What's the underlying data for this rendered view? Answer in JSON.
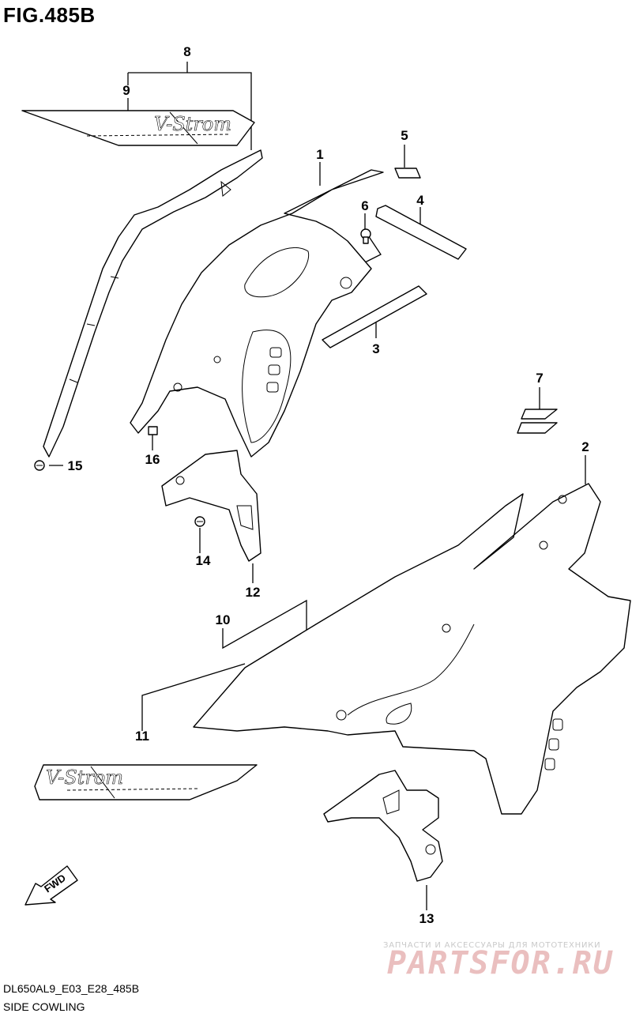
{
  "figure": {
    "title": "FIG.485B",
    "code": "DL650AL9_E03_E28_485B",
    "name": "SIDE COWLING"
  },
  "callouts": [
    {
      "id": "1",
      "label": "1"
    },
    {
      "id": "2",
      "label": "2"
    },
    {
      "id": "3",
      "label": "3"
    },
    {
      "id": "4",
      "label": "4"
    },
    {
      "id": "5",
      "label": "5"
    },
    {
      "id": "6",
      "label": "6"
    },
    {
      "id": "7",
      "label": "7"
    },
    {
      "id": "8",
      "label": "8"
    },
    {
      "id": "9",
      "label": "9"
    },
    {
      "id": "10",
      "label": "10"
    },
    {
      "id": "11",
      "label": "11"
    },
    {
      "id": "12",
      "label": "12"
    },
    {
      "id": "13",
      "label": "13"
    },
    {
      "id": "14",
      "label": "14"
    },
    {
      "id": "15",
      "label": "15"
    },
    {
      "id": "16",
      "label": "16"
    }
  ],
  "decals": {
    "upper_text": "V-Strom",
    "lower_text": "V-Strom"
  },
  "fwd_label": "FWD",
  "watermark": {
    "tagline": "ЗАПЧАСТИ И АКСЕССУАРЫ ДЛЯ МОТОТЕХНИКИ",
    "brand": "PARTSFOR.RU"
  }
}
